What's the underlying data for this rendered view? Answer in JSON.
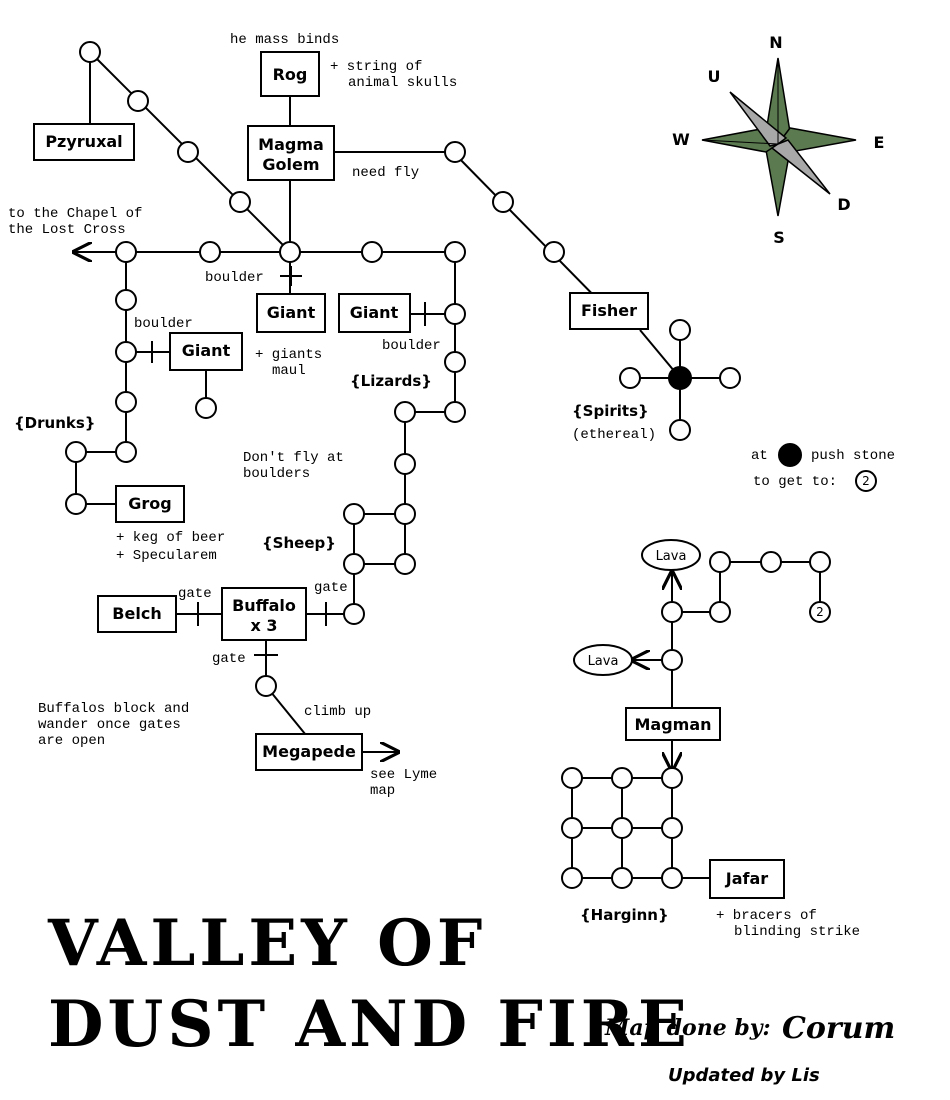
{
  "title": {
    "line1": "VALLEY OF",
    "line2": "DUST AND FIRE"
  },
  "credit": {
    "label": "Map done by:",
    "author": "Corum",
    "updated": "Updated by Lis"
  },
  "compass": {
    "north": "N",
    "south": "S",
    "east": "E",
    "west": "W",
    "up": "U",
    "down": "D",
    "fill_color": "#5b7a4f"
  },
  "boxes": {
    "rog": "Rog",
    "magma_golem_1": "Magma",
    "magma_golem_2": "Golem",
    "pzyruxal": "Pzyruxal",
    "giant_a": "Giant",
    "giant_b": "Giant",
    "giant_c": "Giant",
    "fisher": "Fisher",
    "grog": "Grog",
    "belch": "Belch",
    "buffalo_1": "Buffalo",
    "buffalo_2": "x 3",
    "megapede": "Megapede",
    "magman": "Magman",
    "jafar": "Jafar"
  },
  "groups": {
    "lizards": "{Lizards}",
    "drunks": "{Drunks}",
    "spirits": "{Spirits}",
    "sheep": "{Sheep}",
    "harginn": "{Harginn}"
  },
  "notes": {
    "he_mass_binds": "he mass binds",
    "string_1": "+ string of",
    "string_2": "animal skulls",
    "need_fly": "need fly",
    "chapel_1": "to the Chapel of",
    "chapel_2": "the Lost Cross",
    "boulder_1": "boulder",
    "boulder_2": "boulder",
    "boulder_3": "boulder",
    "giants_maul_1": "+ giants",
    "giants_maul_2": "maul",
    "ethereal": "(ethereal)",
    "at": "at",
    "push_stone": "push stone",
    "to_get_to": "to get to:",
    "dont_fly_1": "Don't fly at",
    "dont_fly_2": "boulders",
    "keg": "+ keg of beer",
    "specularem": "+ Specularem",
    "gate_1": "gate",
    "gate_2": "gate",
    "gate_3": "gate",
    "buffalos_1": "Buffalos block and",
    "buffalos_2": "wander once gates",
    "buffalos_3": "are open",
    "climb_up": "climb up",
    "see_lyme_1": "see Lyme",
    "see_lyme_2": "map",
    "lava_1": "Lava",
    "lava_2": "Lava",
    "bracers_1": "+ bracers of",
    "bracers_2": "blinding strike",
    "two_a": "2",
    "two_b": "2"
  }
}
